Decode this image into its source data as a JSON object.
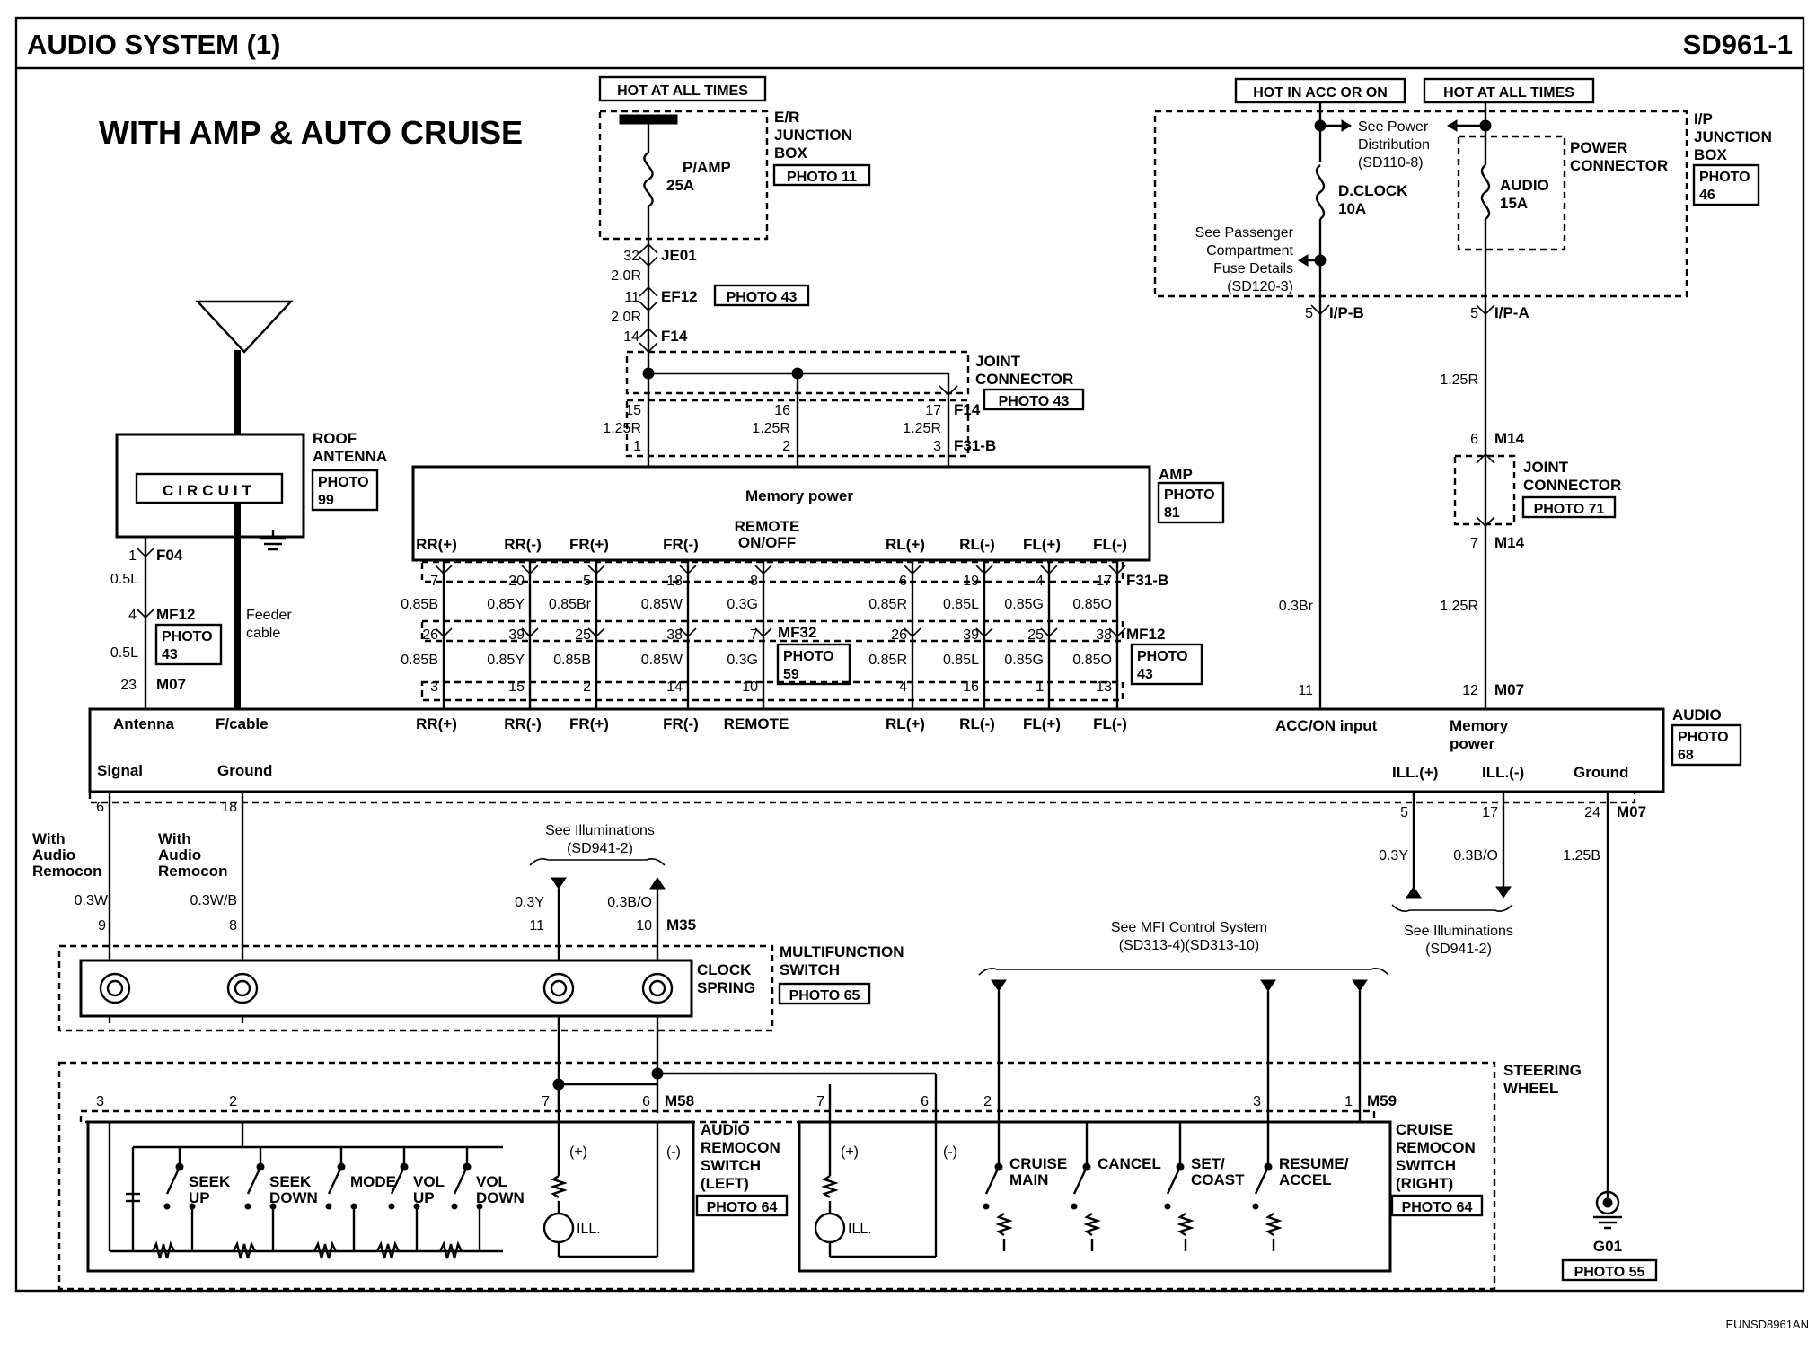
{
  "header": {
    "title": "AUDIO SYSTEM (1)",
    "code": "SD961-1"
  },
  "subtitle": "WITH AMP & AUTO CRUISE",
  "footer_code": "EUNSD8961AN",
  "power": {
    "hot_all_times_left": "HOT AT ALL TIMES",
    "hot_acc_on": "HOT IN ACC OR ON",
    "hot_all_times_right": "HOT AT ALL TIMES",
    "er_box": [
      "E/R",
      "JUNCTION",
      "BOX"
    ],
    "er_photo": "PHOTO 11",
    "pamp_fuse": [
      "P/AMP",
      "25A"
    ],
    "ip_box": [
      "I/P",
      "JUNCTION",
      "BOX"
    ],
    "ip_photo": [
      "PHOTO",
      "46"
    ],
    "power_connector": [
      "POWER",
      "CONNECTOR"
    ],
    "see_power_dist": [
      "See Power",
      "Distribution",
      "(SD110-8)"
    ],
    "dclock_fuse": [
      "D.CLOCK",
      "10A"
    ],
    "audio_fuse": [
      "AUDIO",
      "15A"
    ],
    "see_passenger": [
      "See Passenger",
      "Compartment",
      "Fuse Details",
      "(SD120-3)"
    ]
  },
  "connectors": {
    "je01": "JE01",
    "ef12": "EF12",
    "ef12_photo": "PHOTO 43",
    "f14": "F14",
    "f31b": "F31-B",
    "ipb": "I/P-B",
    "ipa": "I/P-A",
    "m14": "M14",
    "m07": "M07",
    "f04": "F04",
    "mf12": "MF12",
    "mf32": "MF32",
    "m35": "M35",
    "m58": "M58",
    "m59": "M59"
  },
  "pins": {
    "p32": "32",
    "p11": "11",
    "p14": "14",
    "p15": "15",
    "p16": "16",
    "p17": "17",
    "p1": "1",
    "p2": "2",
    "p3": "3",
    "p5": "5",
    "p6": "6",
    "p7": "7",
    "p4": "4",
    "p23": "23",
    "p12": "12",
    "p18": "18",
    "p24": "24",
    "p9": "9",
    "p8": "8",
    "p10": "10"
  },
  "wires": {
    "r20": "2.0R",
    "r125": "1.25R",
    "l05": "0.5L",
    "br03": "0.3Br",
    "w03": "0.3W",
    "wb03": "0.3W/B",
    "y03": "0.3Y",
    "bo03": "0.3B/O",
    "b125": "1.25B"
  },
  "joint_connector": [
    "JOINT",
    "CONNECTOR"
  ],
  "jc_photo_43": "PHOTO 43",
  "jc_photo_71": "PHOTO 71",
  "amp": {
    "title": "AMP",
    "photo": [
      "PHOTO",
      "81"
    ],
    "memory_power": "Memory power",
    "remote_onoff": [
      "REMOTE",
      "ON/OFF"
    ],
    "channels": [
      {
        "label": "RR(+)",
        "pin_top": "7",
        "wire1": "0.85B",
        "pin_mid": "26",
        "wire2": "0.85B",
        "pin_bot": "3"
      },
      {
        "label": "RR(-)",
        "pin_top": "20",
        "wire1": "0.85Y",
        "pin_mid": "39",
        "wire2": "0.85Y",
        "pin_bot": "15"
      },
      {
        "label": "FR(+)",
        "pin_top": "5",
        "wire1": "0.85Br",
        "pin_mid": "25",
        "wire2": "0.85B",
        "pin_bot": "2"
      },
      {
        "label": "FR(-)",
        "pin_top": "18",
        "wire1": "0.85W",
        "pin_mid": "38",
        "wire2": "0.85W",
        "pin_bot": "14"
      },
      {
        "label": "REMOTE",
        "pin_top": "8",
        "wire1": "0.3G",
        "pin_mid": "7",
        "wire2": "0.3G",
        "pin_bot": "10"
      },
      {
        "label": "RL(+)",
        "pin_top": "6",
        "wire1": "0.85R",
        "pin_mid": "26",
        "wire2": "0.85R",
        "pin_bot": "4"
      },
      {
        "label": "RL(-)",
        "pin_top": "19",
        "wire1": "0.85L",
        "pin_mid": "39",
        "wire2": "0.85L",
        "pin_bot": "16"
      },
      {
        "label": "FL(+)",
        "pin_top": "4",
        "wire1": "0.85G",
        "pin_mid": "25",
        "wire2": "0.85G",
        "pin_bot": "1"
      },
      {
        "label": "FL(-)",
        "pin_top": "17",
        "wire1": "0.85O",
        "pin_mid": "38",
        "wire2": "0.85O",
        "pin_bot": "13"
      }
    ]
  },
  "mf32_photo": [
    "PHOTO",
    "59"
  ],
  "mf12_photo": [
    "PHOTO",
    "43"
  ],
  "roof_antenna": {
    "title": [
      "ROOF",
      "ANTENNA"
    ],
    "circuit": "CIRCUIT",
    "photo": [
      "PHOTO",
      "99"
    ],
    "feeder": [
      "Feeder",
      "cable"
    ]
  },
  "audio_unit": {
    "title": "AUDIO",
    "photo": [
      "PHOTO",
      "68"
    ],
    "antenna": "Antenna",
    "fcable": "F/cable",
    "signal": "Signal",
    "ground": "Ground",
    "acc_input": "ACC/ON input",
    "memory": [
      "Memory",
      "power"
    ],
    "ill_plus": "ILL.(+)",
    "ill_minus": "ILL.(-)",
    "ground_r": "Ground"
  },
  "remocon_note": [
    "With",
    "Audio",
    "Remocon"
  ],
  "see_illum_top": [
    "See Illuminations",
    "(SD941-2)"
  ],
  "see_illum_right": [
    "See Illuminations",
    "(SD941-2)"
  ],
  "clock_spring": {
    "title": [
      "CLOCK",
      "SPRING"
    ],
    "multi": [
      "MULTIFUNCTION",
      "SWITCH"
    ],
    "photo": "PHOTO 65"
  },
  "see_mfi": [
    "See MFI Control System",
    "(SD313-4)(SD313-10)"
  ],
  "steering": [
    "STEERING",
    "WHEEL"
  ],
  "audio_remocon": {
    "title": [
      "AUDIO",
      "REMOCON",
      "SWITCH",
      "(LEFT)"
    ],
    "photo": "PHOTO 64",
    "buttons": [
      [
        "SEEK",
        "UP"
      ],
      [
        "SEEK",
        "DOWN"
      ],
      [
        "MODE"
      ],
      [
        "VOL",
        "UP"
      ],
      [
        "VOL",
        "DOWN"
      ]
    ],
    "plus": "(+)",
    "minus": "(-)",
    "ill": "ILL."
  },
  "cruise_remocon": {
    "title": [
      "CRUISE",
      "REMOCON",
      "SWITCH",
      "(RIGHT)"
    ],
    "photo": "PHOTO 64",
    "buttons": [
      [
        "CRUISE",
        "MAIN"
      ],
      [
        "CANCEL"
      ],
      [
        "SET/",
        "COAST"
      ],
      [
        "RESUME/",
        "ACCEL"
      ]
    ],
    "plus": "(+)",
    "minus": "(-)",
    "ill": "ILL."
  },
  "ground_point": {
    "name": "G01",
    "photo": "PHOTO 55"
  }
}
